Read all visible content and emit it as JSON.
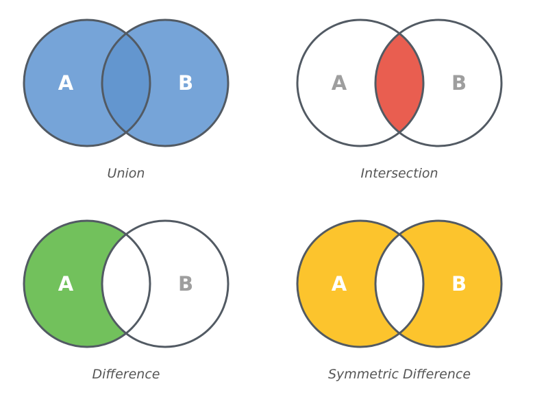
{
  "diagrams": [
    {
      "caption": "Union",
      "set_a_label": "A",
      "set_b_label": "B",
      "fill_color": "#76a4d8",
      "overlap_color": "#6396cf",
      "highlighted_regions": [
        "a-only",
        "overlap",
        "b-only"
      ]
    },
    {
      "caption": "Intersection",
      "set_a_label": "A",
      "set_b_label": "B",
      "fill_color": "#e95e50",
      "overlap_color": "#e95e50",
      "highlighted_regions": [
        "overlap"
      ]
    },
    {
      "caption": "Difference",
      "set_a_label": "A",
      "set_b_label": "B",
      "fill_color": "#72c15c",
      "overlap_color": "#72c15c",
      "highlighted_regions": [
        "a-only"
      ]
    },
    {
      "caption": "Symmetric Difference",
      "set_a_label": "A",
      "set_b_label": "B",
      "fill_color": "#fcc42d",
      "overlap_color": "#fcc42d",
      "highlighted_regions": [
        "a-only",
        "b-only"
      ]
    }
  ],
  "colors": {
    "outline": "#525a63",
    "label_on_fill": "#ffffff",
    "label_on_blank": "#9e9e9e",
    "caption": "#555555"
  }
}
